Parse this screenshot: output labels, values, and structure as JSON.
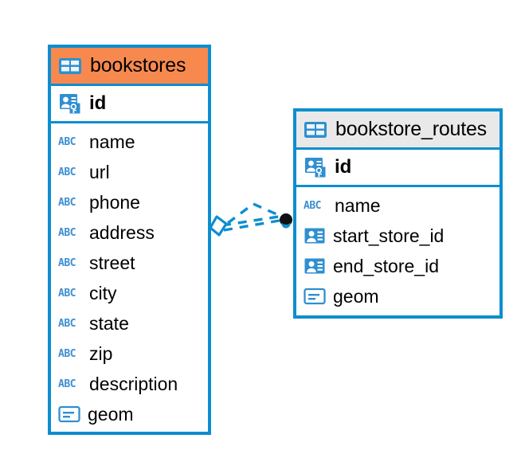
{
  "diagram": {
    "type": "entity-relationship-diagram",
    "background": "#ffffff",
    "colors": {
      "entity_border": "#0d8ecf",
      "selected_header": "#F7894F",
      "unselected_header": "#e9e9e9",
      "icon_blue": "#2f8fd0",
      "connector_line": "#0d8ecf",
      "connector_endpoint": "#111111",
      "text": "#000000"
    },
    "entities": [
      {
        "name": "bookstores",
        "header_icon": "table-icon",
        "selected": true,
        "primary_key": {
          "label": "id",
          "icon": "primary-key-icon"
        },
        "fields": [
          {
            "label": "name",
            "icon": "abc-text-icon",
            "icon_text": "ABC"
          },
          {
            "label": "url",
            "icon": "abc-text-icon",
            "icon_text": "ABC"
          },
          {
            "label": "phone",
            "icon": "abc-text-icon",
            "icon_text": "ABC"
          },
          {
            "label": "address",
            "icon": "abc-text-icon",
            "icon_text": "ABC"
          },
          {
            "label": "street",
            "icon": "abc-text-icon",
            "icon_text": "ABC"
          },
          {
            "label": "city",
            "icon": "abc-text-icon",
            "icon_text": "ABC"
          },
          {
            "label": "state",
            "icon": "abc-text-icon",
            "icon_text": "ABC"
          },
          {
            "label": "zip",
            "icon": "abc-text-icon",
            "icon_text": "ABC"
          },
          {
            "label": "description",
            "icon": "abc-text-icon",
            "icon_text": "ABC"
          },
          {
            "label": "geom",
            "icon": "geometry-icon",
            "icon_text": ""
          }
        ]
      },
      {
        "name": "bookstore_routes",
        "header_icon": "table-icon",
        "selected": false,
        "primary_key": {
          "label": "id",
          "icon": "primary-key-icon"
        },
        "fields": [
          {
            "label": "name",
            "icon": "abc-text-icon",
            "icon_text": "ABC"
          },
          {
            "label": "start_store_id",
            "icon": "foreign-key-icon",
            "icon_text": ""
          },
          {
            "label": "end_store_id",
            "icon": "foreign-key-icon",
            "icon_text": ""
          },
          {
            "label": "geom",
            "icon": "geometry-icon",
            "icon_text": ""
          }
        ]
      }
    ],
    "relationship": {
      "from_entity": "bookstores",
      "to_entity": "bookstore_routes",
      "line_style": "dashed",
      "source_endpoint": "diamond-open",
      "target_endpoint": "filled-circle",
      "cardinality": "crows-foot"
    }
  }
}
